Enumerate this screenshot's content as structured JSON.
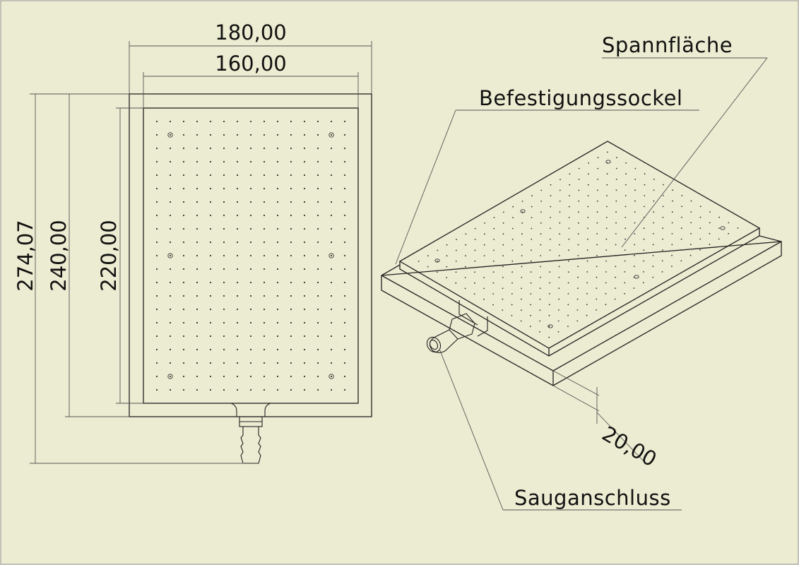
{
  "dimensions": {
    "outer_width": "180,00",
    "inner_width": "160,00",
    "total_length": "274,07",
    "outer_length": "240,00",
    "inner_length": "220,00",
    "height": "20,00"
  },
  "labels": {
    "spannflaeche": "Spannfläche",
    "befestigungssockel": "Befestigungssockel",
    "sauganschluss": "Sauganschluss"
  },
  "colors": {
    "background": "#ececd2",
    "lines": "#222222"
  }
}
